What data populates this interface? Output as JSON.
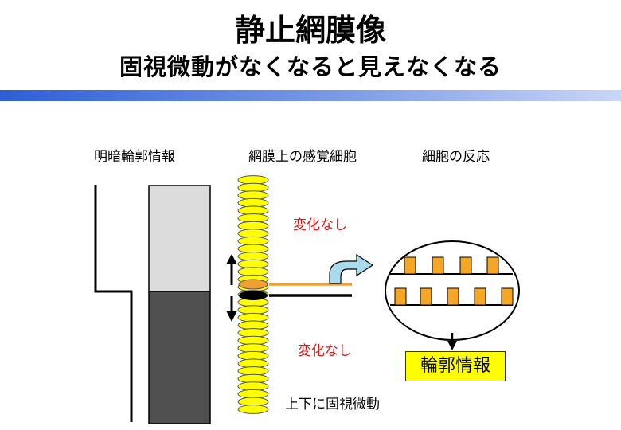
{
  "title": {
    "main": "静止網膜像",
    "sub": "固視微動がなくなると見えなくなる"
  },
  "labels": {
    "contour": "明暗輪郭情報",
    "receptors": "網膜上の感覚細胞",
    "response": "細胞の反応",
    "no_change_top": "変化なし",
    "no_change_bottom": "変化なし",
    "eye_movement": "上下に固視微動",
    "output": "輪郭情報"
  },
  "colors": {
    "light_region": "#dcdcdc",
    "dark_region": "#505050",
    "receptor": "#ffff00",
    "highlight_receptor": "#f0a030",
    "spike": "#f5a623",
    "arrow_fill": "#a8dcec",
    "text_red": "#d21e1e",
    "output_box": "#ffff00"
  }
}
